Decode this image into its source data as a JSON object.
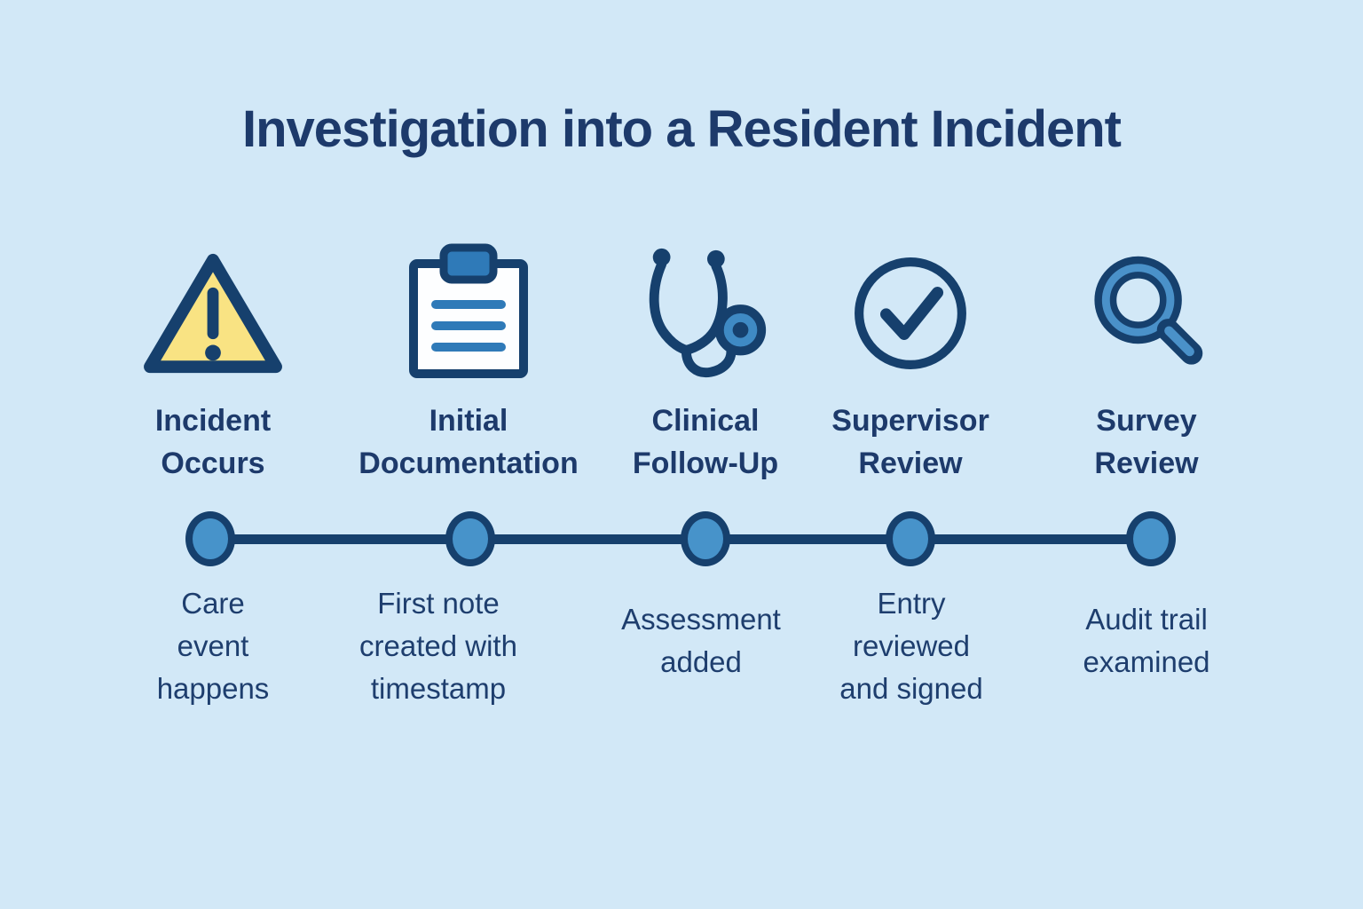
{
  "title": "Investigation into a Resident Incident",
  "colors": {
    "background": "#d2e8f7",
    "navy_text": "#1d3a6b",
    "navy_outline": "#16406d",
    "timeline_line": "#16406d",
    "dot_fill": "#4793ca",
    "accent_blue": "#2f7ab8",
    "warning_yellow": "#f9e383",
    "clipboard_white": "#fdfeff"
  },
  "stages": [
    {
      "icon": "warning-triangle-icon",
      "label_lines": [
        "Incident",
        "Occurs"
      ],
      "desc_lines": [
        "Care",
        "event",
        "happens"
      ]
    },
    {
      "icon": "clipboard-icon",
      "label_lines": [
        "Initial",
        "Documentation"
      ],
      "desc_lines": [
        "First note",
        "created with",
        "timestamp"
      ]
    },
    {
      "icon": "stethoscope-icon",
      "label_lines": [
        "Clinical",
        "Follow-Up"
      ],
      "desc_lines": [
        "Assessment",
        "added"
      ]
    },
    {
      "icon": "check-circle-icon",
      "label_lines": [
        "Supervisor",
        "Review"
      ],
      "desc_lines": [
        "Entry",
        "reviewed",
        "and signed"
      ]
    },
    {
      "icon": "magnifier-icon",
      "label_lines": [
        "Survey",
        "Review"
      ],
      "desc_lines": [
        "Audit trail",
        "examined"
      ]
    }
  ]
}
